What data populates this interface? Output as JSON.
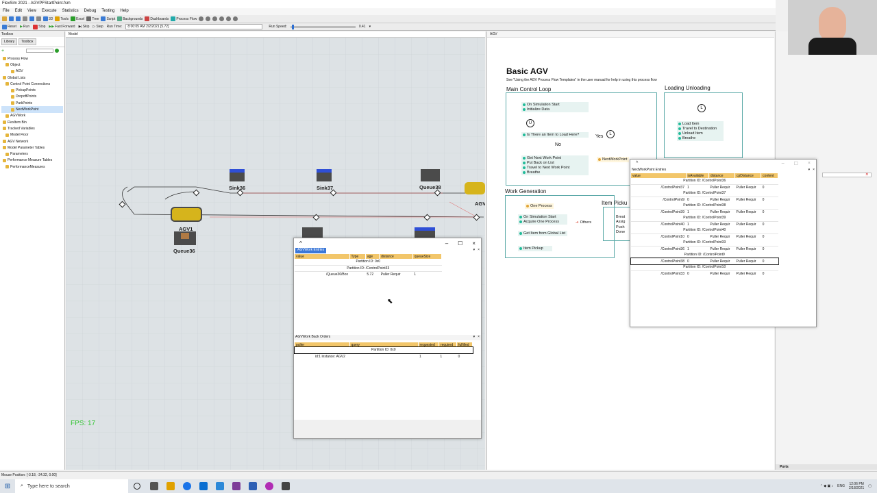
{
  "app": {
    "title": "FlexSim 2021 - AGVPFStartPoint.fsm"
  },
  "menu": [
    "File",
    "Edit",
    "View",
    "Execute",
    "Statistics",
    "Debug",
    "Testing",
    "Help"
  ],
  "toolbar": {
    "items": [
      "3D",
      "Tools",
      "Excel",
      "Tree",
      "Script",
      "Backgrounds",
      "Dashboards",
      "Process Flow"
    ]
  },
  "runbar": {
    "reset": "Reset",
    "run": "Run",
    "stop": "Stop",
    "fast_forward": "Fast Forward",
    "skip": "Skip",
    "step": "Step",
    "run_time_label": "Run Time:",
    "run_time": "8:00:05 AM  2/2/2021  [5.72]",
    "run_speed_label": "Run Speed:",
    "run_speed": "0.41"
  },
  "left_panel": {
    "title": "Toolbox",
    "tabs": [
      "Library",
      "Toolbox"
    ],
    "tree": [
      "Process Flow",
      "Object",
      "AGV",
      "Global Lists",
      "Control Point Connections",
      "PickupPoints",
      "DropoffPoints",
      "ParkPoints",
      "NextWorkPoint",
      "AGVWork",
      "FlexItem Bin",
      "Tracked Variables",
      "Model Floor",
      "AGV Network",
      "Model Parameter Tables",
      "Parameters",
      "Performance Measure Tables",
      "PerformanceMeasures"
    ]
  },
  "model": {
    "tab": "Model",
    "labels": {
      "sink36": "Sink36",
      "sink37": "Sink37",
      "queue38": "Queue38",
      "agv1": "AGV1",
      "agv_edge": "AGV",
      "queue36": "Queue36"
    },
    "fps": "FPS: 17"
  },
  "processflow": {
    "tab": "AGV",
    "title": "Basic AGV",
    "subtitle": "See \"Using the AGV Process Flow Templates\" in the user manual for help in using this process flow",
    "main_control_loop": {
      "title": "Main Control Loop",
      "items": [
        "On Simulation Start",
        "Initialize Data",
        "Is There an Item to Load Here?",
        "Get Next Work Point",
        "Put Back on List",
        "Travel to Next Work Point",
        "Breathe"
      ],
      "yes": "Yes",
      "no": "No",
      "next_work_point": "NextWorkPoint"
    },
    "loading_unloading": {
      "title": "Loading Unloading",
      "items": [
        "Load Item",
        "Travel to Destination",
        "Unload Item",
        "Breathe"
      ]
    },
    "work_generation": {
      "title": "Work Generation",
      "items": [
        "One Process",
        "On Simulation Start",
        "Acquire One Process",
        "Get Item from Global List",
        "Item Pickup"
      ],
      "others": "Others"
    },
    "item_pickup": {
      "title": "Item Picku",
      "items": [
        "Breat",
        "Assig",
        "Push",
        "Done"
      ]
    }
  },
  "entries_window": {
    "tab": "AGVWork Entries",
    "headers": [
      "value",
      "Type",
      "age",
      "distance",
      "queueSize"
    ],
    "rows": [
      {
        "pid": "Partition ID: 0x0"
      },
      {
        "pid": "Partition ID: /ControlPoint33"
      },
      {
        "value": "/Queue36/Box",
        "age": "5.72",
        "distance": "Puller Requir",
        "queueSize": "1"
      }
    ]
  },
  "backorders_window": {
    "tab": "AGVWork Back Orders",
    "headers": [
      "puller",
      "query",
      "requested",
      "required",
      "fulfilled"
    ],
    "pid": "Partition ID: 0x0",
    "row": {
      "puller": "id:1 instance: AGV2",
      "requested": "1",
      "required": "1",
      "fulfilled": "0"
    }
  },
  "nwp_window": {
    "tab": "NextWorkPoint Entries",
    "headers": [
      "value",
      "isAvailable",
      "distance",
      "cpDistance",
      "content"
    ],
    "rows": [
      {
        "pid": "Partition ID: /ControlPoint36"
      },
      {
        "value": "/ControlPoint37",
        "avail": "1",
        "d": "Puller Requir",
        "cp": "Puller Requir",
        "c": "0"
      },
      {
        "pid": "Partition ID: /ControlPoint37"
      },
      {
        "value": "/ControlPoint9",
        "avail": "0",
        "d": "Puller Requir",
        "cp": "Puller Requir",
        "c": "0"
      },
      {
        "pid": "Partition ID: /ControlPoint38"
      },
      {
        "value": "/ControlPoint39",
        "avail": "1",
        "d": "Puller Requir",
        "cp": "Puller Requir",
        "c": "0"
      },
      {
        "pid": "Partition ID: /ControlPoint39"
      },
      {
        "value": "/ControlPoint40",
        "avail": "1",
        "d": "Puller Requir",
        "cp": "Puller Requir",
        "c": "0"
      },
      {
        "pid": "Partition ID: /ControlPoint40"
      },
      {
        "value": "/ControlPoint10",
        "avail": "0",
        "d": "Puller Requir",
        "cp": "Puller Requir",
        "c": "0"
      },
      {
        "pid": "Partition ID: /ControlPoint33"
      },
      {
        "value": "/ControlPoint36",
        "avail": "1",
        "d": "Puller Requir",
        "cp": "Puller Requir",
        "c": "0"
      },
      {
        "pid": "Partition ID: /ControlPoint9"
      },
      {
        "value": "/ControlPoint38",
        "avail": "0",
        "d": "Puller Requir",
        "cp": "Puller Requir",
        "c": "0"
      },
      {
        "pid": "Partition ID: /ControlPoint10"
      },
      {
        "value": "/ControlPoint33",
        "avail": "0",
        "d": "Puller Requir",
        "cp": "Puller Requir",
        "c": "0"
      }
    ]
  },
  "right_panel": {
    "ports": "Ports"
  },
  "statusbar": {
    "mouse": "Mouse Position: [-3.18, -24.32, 0.00]"
  },
  "taskbar": {
    "search": "Type here to search",
    "lang": "ENG",
    "time": "12:06 PM",
    "date": "2/18/2021"
  }
}
